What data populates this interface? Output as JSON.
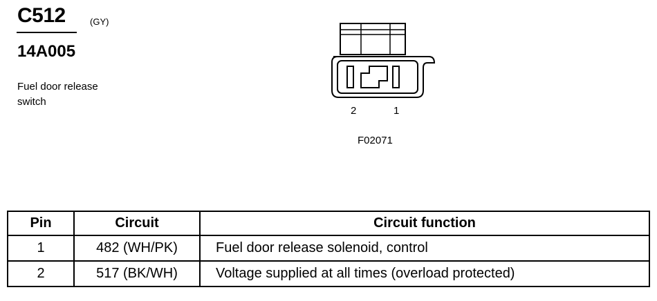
{
  "header": {
    "connector_id": "C512",
    "connector_color": "(GY)",
    "part_number": "14A005",
    "description": "Fuel door release switch"
  },
  "figure": {
    "pin_labels": [
      "2",
      "1"
    ],
    "figure_id": "F02071"
  },
  "table": {
    "headers": [
      "Pin",
      "Circuit",
      "Circuit function"
    ],
    "rows": [
      {
        "pin": "1",
        "circuit": "482 (WH/PK)",
        "function": "Fuel door release solenoid, control"
      },
      {
        "pin": "2",
        "circuit": "517 (BK/WH)",
        "function": "Voltage supplied at all times (overload protected)"
      }
    ]
  }
}
